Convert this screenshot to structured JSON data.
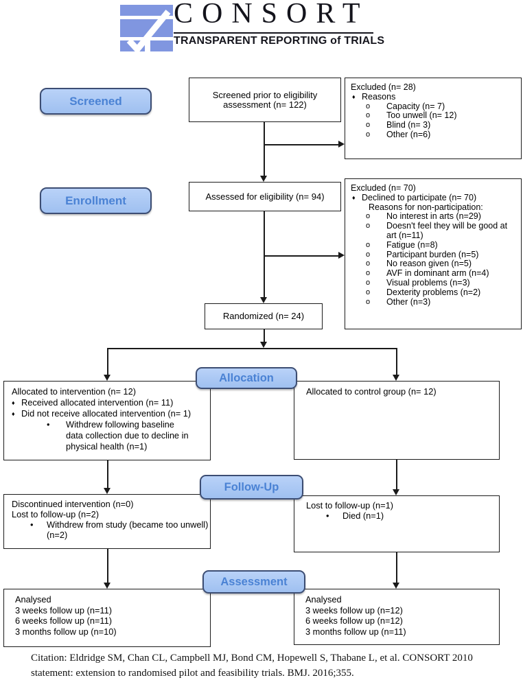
{
  "logo": {
    "title": "CONSORT",
    "subtitle": "TRANSPARENT REPORTING of TRIALS",
    "icon": "consort-checkmark-icon",
    "icon_color": "#8096e0"
  },
  "stages": {
    "screened": "Screened",
    "enrollment": "Enrollment",
    "allocation": "Allocation",
    "followup": "Follow-Up",
    "assessment": "Assessment"
  },
  "bullets": {
    "diamond": "♦",
    "circle": "o",
    "dot": "•"
  },
  "nodes": {
    "screened": "Screened prior to eligibility assessment (n= 122)",
    "excluded1": {
      "title": "Excluded (n= 28)",
      "reason_header": "Reasons",
      "items": [
        "Capacity (n= 7)",
        "Too unwell (n= 12)",
        "Blind (n= 3)",
        "Other (n=6)"
      ]
    },
    "assessed": "Assessed for eligibility (n= 94)",
    "excluded2": {
      "title": "Excluded (n= 70)",
      "reason_header": "Declined to participate (n=  70)",
      "sub_header": "Reasons for non-participation:",
      "items": [
        "No interest in arts (n=29)",
        "Doesn't feel they will be good at art (n=11)",
        "Fatigue (n=8)",
        "Participant burden (n=5)",
        "No reason given (n=5)",
        "AVF in dominant arm (n=4)",
        "Visual problems (n=3)",
        "Dexterity problems (n=2)",
        "Other (n=3)"
      ]
    },
    "randomized": "Randomized (n= 24)",
    "allocation_intervention": {
      "title": "Allocated to intervention (n= 12)",
      "items": [
        "Received allocated intervention (n= 11)",
        "Did not receive allocated intervention (n= 1)"
      ],
      "sub_items": [
        "Withdrew following baseline data collection due to decline in physical health (n=1)"
      ]
    },
    "allocation_control": {
      "title": "Allocated to control group (n= 12)"
    },
    "followup_intervention": {
      "lines": [
        "Discontinued intervention (n=0)",
        "Lost to follow-up (n=2)"
      ],
      "sub_items": [
        "Withdrew from study (became too unwell) (n=2)"
      ]
    },
    "followup_control": {
      "lines": [
        "Lost to follow-up (n=1)"
      ],
      "sub_items": [
        "Died (n=1)"
      ]
    },
    "assessment_intervention": {
      "lines": [
        "Analysed",
        "3 weeks follow up (n=11)",
        "6 weeks follow up (n=11)",
        "3 months follow up (n=10)"
      ]
    },
    "assessment_control": {
      "lines": [
        "Analysed",
        "3 weeks follow up (n=12)",
        "6 weeks follow up (n=12)",
        "3 months follow up (n=11)"
      ]
    }
  },
  "citation": {
    "line1": "Citation: Eldridge SM, Chan CL, Campbell MJ, Bond CM, Hopewell S, Thabane L, et al. CONSORT 2010",
    "line2": "statement: extension to randomised pilot and feasibility trials. BMJ. 2016;355."
  },
  "colors": {
    "stage_fill": "#aac7f3",
    "stage_border": "#3c4d73",
    "stage_text": "#4a82d4",
    "logo_blue": "#8096e0",
    "line": "#1a1a1a"
  }
}
